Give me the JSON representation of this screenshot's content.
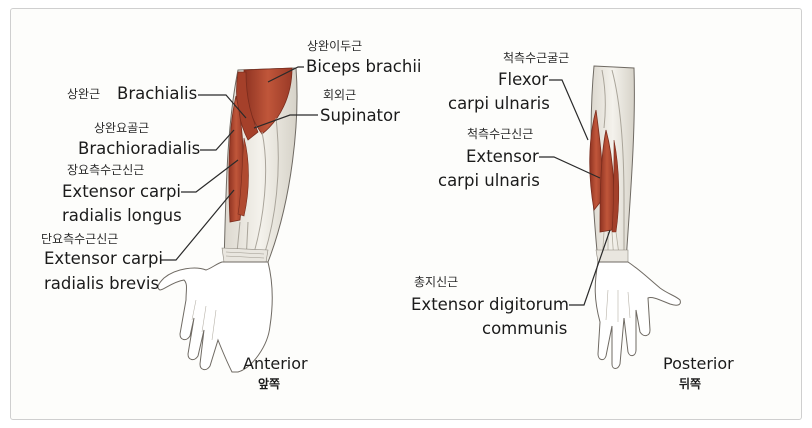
{
  "anterior": {
    "view_label": "Anterior",
    "view_label_ko": "앞쪽",
    "labels": {
      "biceps_ko": "상완이두근",
      "biceps_en": "Biceps brachii",
      "brachialis_ko": "상완근",
      "brachialis_en": "Brachialis",
      "supinator_ko": "회외근",
      "supinator_en": "Supinator",
      "brachioradialis_ko": "상완요골근",
      "brachioradialis_en": "Brachioradialis",
      "ecrl_ko": "장요측수근신근",
      "ecrl_en_1": "Extensor carpi",
      "ecrl_en_2": "radialis longus",
      "ecrb_ko": "단요측수근신근",
      "ecrb_en_1": "Extensor carpi",
      "ecrb_en_2": "radialis brevis"
    }
  },
  "posterior": {
    "view_label": "Posterior",
    "view_label_ko": "뒤쪽",
    "labels": {
      "fcu_ko": "척측수근굴근",
      "fcu_en_1": "Flexor",
      "fcu_en_2": "carpi ulnaris",
      "ecu_ko": "척측수근신근",
      "ecu_en_1": "Extensor",
      "ecu_en_2": "carpi ulnaris",
      "edc_ko": "총지신근",
      "edc_en_1": "Extensor digitorum",
      "edc_en_2": "communis"
    }
  },
  "colors": {
    "muscle": "#b4492f",
    "muscle_dark": "#8f3322",
    "tendon": "#e7e4dd",
    "outline": "#6f6a63",
    "leader": "#2a2a2a"
  }
}
